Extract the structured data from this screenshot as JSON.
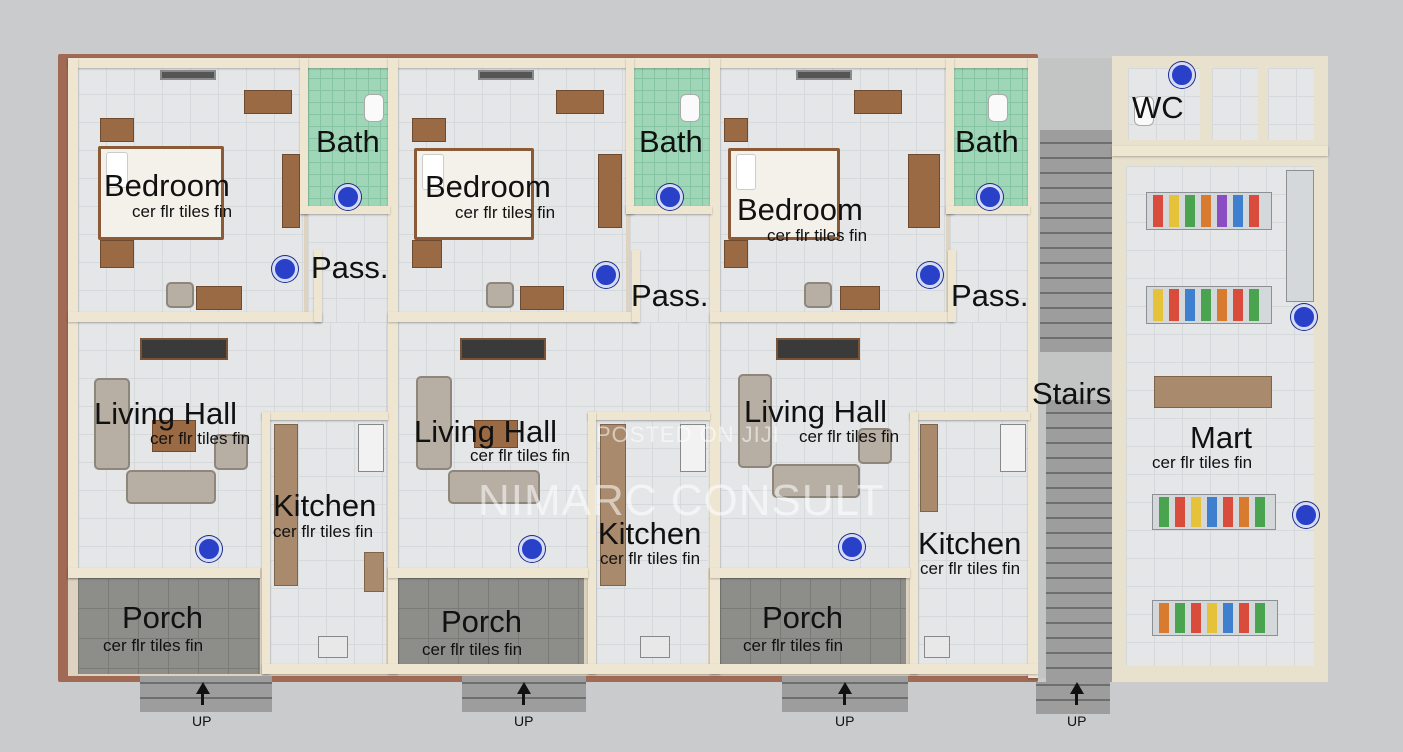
{
  "rooms": {
    "bedroom": "Bedroom",
    "bath": "Bath",
    "pass": "Pass.",
    "living": "Living  Hall",
    "kitchen": "Kitchen",
    "porch": "Porch",
    "stairs": "Stairs",
    "mart": "Mart",
    "wc": "WC"
  },
  "finish": "cer flr tiles fin",
  "up": "UP",
  "watermark": {
    "posted": "POSTED ON JIJI",
    "brand": "NIMARC CONSULT"
  },
  "colors": {
    "marker": "#2940c8",
    "brick": "#a06a55",
    "bath_tile": "#9fd6b8",
    "floor": "#e4e6e8"
  },
  "icons": [
    "bed-icon",
    "sofa-icon",
    "toilet-icon",
    "shelf-icon",
    "up-arrow-icon",
    "marker-dot-icon"
  ]
}
